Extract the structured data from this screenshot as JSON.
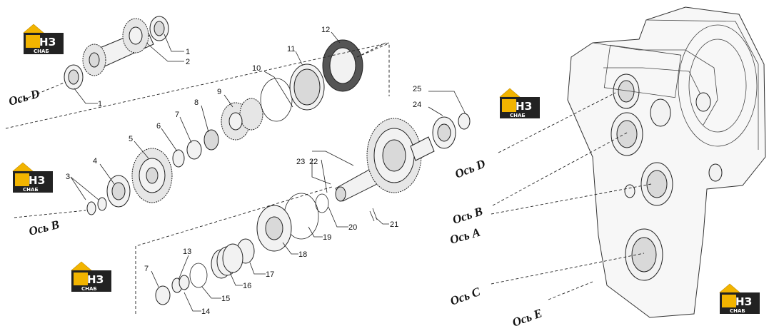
{
  "logos": [
    {
      "id": "logo-1",
      "mark": "НЗ",
      "sub": "СНАБ"
    },
    {
      "id": "logo-2",
      "mark": "НЗ",
      "sub": "СНАБ"
    },
    {
      "id": "logo-3",
      "mark": "НЗ",
      "sub": "СНАБ"
    },
    {
      "id": "logo-4",
      "mark": "НЗ",
      "sub": "СНАБ"
    },
    {
      "id": "logo-5",
      "mark": "НЗ",
      "sub": "СНАБ"
    }
  ],
  "axes": {
    "d_left": "Ось D",
    "b_left": "Ось B",
    "d_right": "Ось D",
    "b_right": "Ось B",
    "a_right": "Ось A",
    "c_right": "Ось C",
    "e_right": "Ось E"
  },
  "callouts": {
    "n1a": "1",
    "n1b": "1",
    "n2": "2",
    "n3": "3",
    "n4": "4",
    "n5": "5",
    "n6": "6",
    "n7a": "7",
    "n7b": "7",
    "n8": "8",
    "n9": "9",
    "n10": "10",
    "n11": "11",
    "n12": "12",
    "n13": "13",
    "n14": "14",
    "n15": "15",
    "n16": "16",
    "n17": "17",
    "n18": "18",
    "n19": "19",
    "n20": "20",
    "n21": "21",
    "n22": "22",
    "n23": "23",
    "n24": "24",
    "n25": "25"
  },
  "colors": {
    "logo_bg": "#222222",
    "logo_accent": "#f2b400",
    "line": "#222222"
  }
}
